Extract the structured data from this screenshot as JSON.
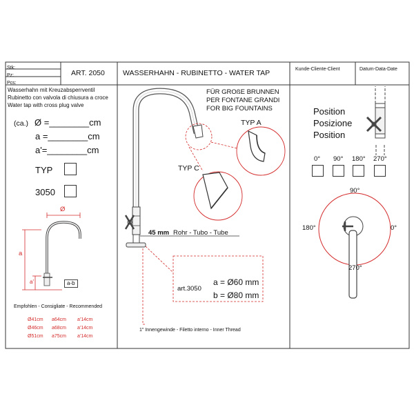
{
  "header": {
    "stk": "Stk:",
    "pz": "Pz:",
    "pcs": "Pcs:",
    "article": "ART. 2050",
    "title": "WASSERHAHN - RUBINETTO - WATER TAP",
    "client": "Kunde-Cliente-Client",
    "date": "Datum-Data-Date"
  },
  "description": [
    "Wasserhahn mit Kreuzabsperrventil",
    "Rubinetto con valvola di chiusura a croce",
    "Water tap with cross plug valve"
  ],
  "dimensions": {
    "ca": "(ca.)",
    "diameter": "Ø =________cm",
    "a": "a =________cm",
    "a_prime": "a'=________cm"
  },
  "options": {
    "typ": "TYP",
    "model": "3050"
  },
  "small_drawing": {
    "diameter_label": "Ø",
    "a_label": "a",
    "a_prime_label": "a'",
    "ab_label": "a-b"
  },
  "recommended": {
    "heading": "Empfohlen - Consigliate - Recommended",
    "rows": [
      {
        "d": "Ø41cm",
        "a": "a64cm",
        "ap": "a'14cm"
      },
      {
        "d": "Ø46cm",
        "a": "a68cm",
        "ap": "a'14cm"
      },
      {
        "d": "Ø51cm",
        "a": "a75cm",
        "ap": "a'14cm"
      }
    ]
  },
  "main_drawing": {
    "fountain_note": [
      "FÜR GROßE BRUNNEN",
      "PER FONTANE GRANDI",
      "FOR BIG FOUNTAINS"
    ],
    "typ_a": "TYP  A",
    "typ_c": "TYP  C",
    "tube_size": "45 mm",
    "tube_label": "Rohr - Tubo - Tube",
    "art_code": "art.3050",
    "a_value": "a = Ø60 mm",
    "b_value": "b = Ø80 mm",
    "thread": "1\" Innengewinde - Filetto interno - Inner Thread"
  },
  "position": {
    "labels": [
      "Position",
      "Posizione",
      "Position"
    ],
    "angles": [
      "0°",
      "90°",
      "180°",
      "270°"
    ],
    "dial": {
      "top": "90°",
      "left": "180°",
      "right": "0°",
      "bottom": "270°"
    }
  },
  "colors": {
    "accent": "#d42a2a",
    "line": "#333333"
  }
}
